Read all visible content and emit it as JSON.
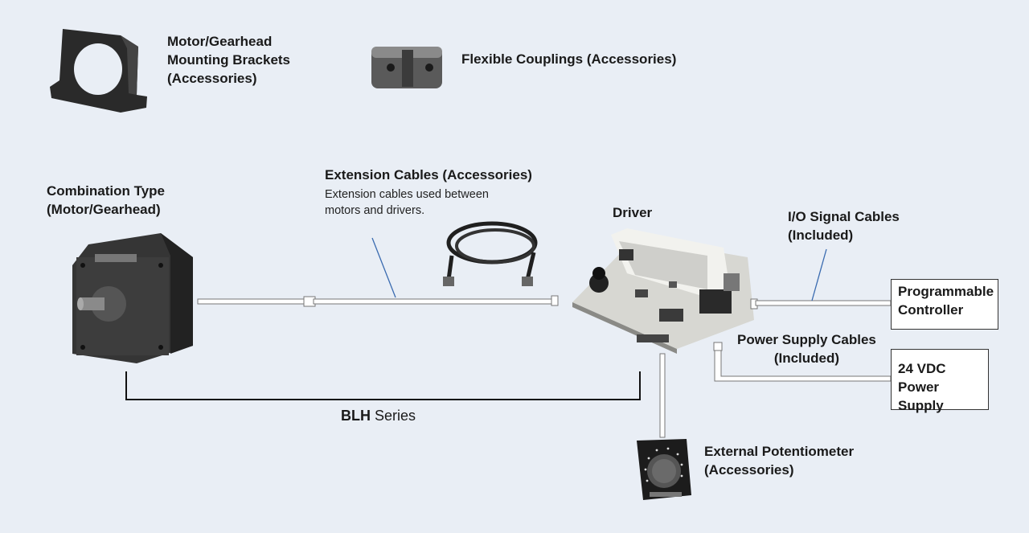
{
  "brackets": {
    "lines": [
      "Motor/Gearhead",
      "Mounting Brackets",
      "(Accessories)"
    ]
  },
  "couplings": {
    "label": "Flexible Couplings (Accessories)"
  },
  "combination": {
    "lines": [
      "Combination Type",
      "(Motor/Gearhead)"
    ]
  },
  "extension": {
    "title": "Extension Cables (Accessories)",
    "desc": [
      "Extension cables used between",
      "motors and drivers."
    ]
  },
  "driver": {
    "label": "Driver"
  },
  "io_cables": {
    "lines": [
      "I/O Signal Cables",
      "(Included)"
    ]
  },
  "plc": {
    "lines": [
      "Programmable",
      "Controller"
    ]
  },
  "power_cables": {
    "lines": [
      "Power Supply Cables",
      "(Included)"
    ]
  },
  "power_supply": {
    "lines": [
      "24 VDC",
      "Power Supply"
    ]
  },
  "potentiometer": {
    "lines": [
      "External Potentiometer",
      "(Accessories)"
    ]
  },
  "series": {
    "bold": "BLH",
    "rest": " Series"
  }
}
